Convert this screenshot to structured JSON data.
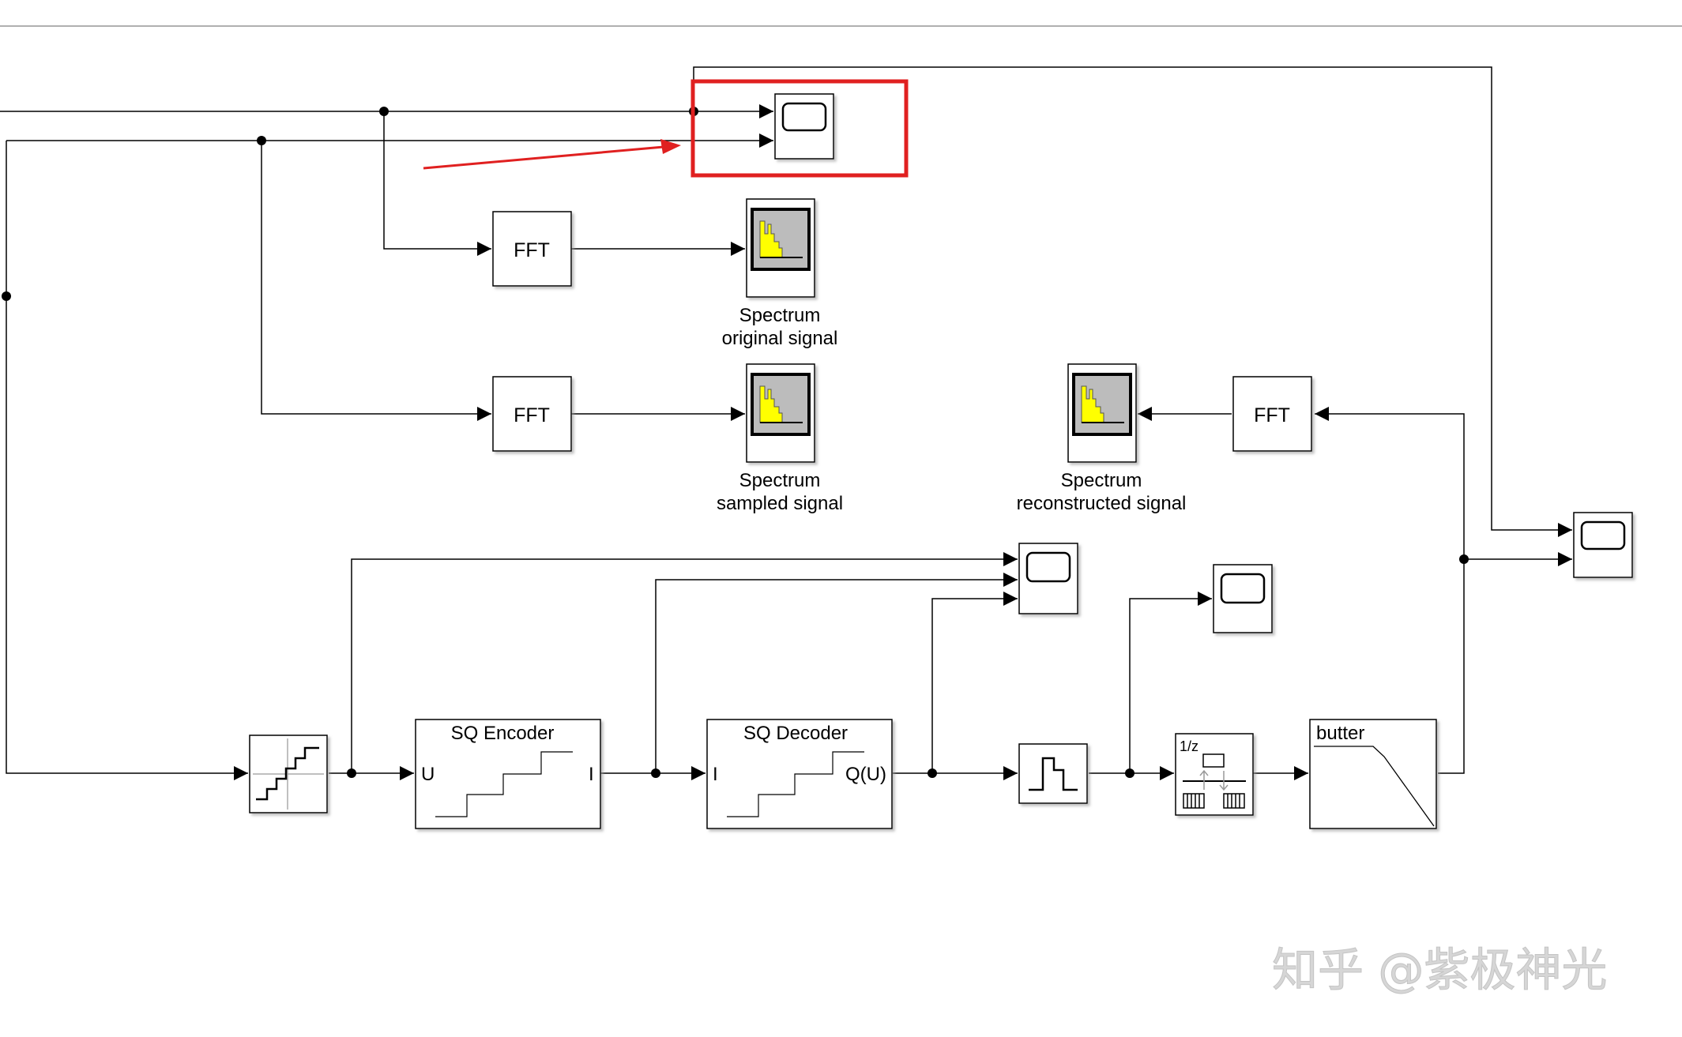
{
  "blocks": {
    "fft": "FFT",
    "spectrum_original_l1": "Spectrum",
    "spectrum_original_l2": "original signal",
    "spectrum_sampled_l1": "Spectrum",
    "spectrum_sampled_l2": "sampled signal",
    "spectrum_recon_l1": "Spectrum",
    "spectrum_recon_l2": "reconstructed signal",
    "sq_encoder_title": "SQ Encoder",
    "sq_encoder_in": "U",
    "sq_encoder_out": "I",
    "sq_decoder_title": "SQ Decoder",
    "sq_decoder_in": "I",
    "sq_decoder_out": "Q(U)",
    "delay_label": "1/z",
    "butter_label": "butter"
  },
  "highlight": {
    "color": "#e02020"
  },
  "watermark": "知乎 @紫极神光"
}
